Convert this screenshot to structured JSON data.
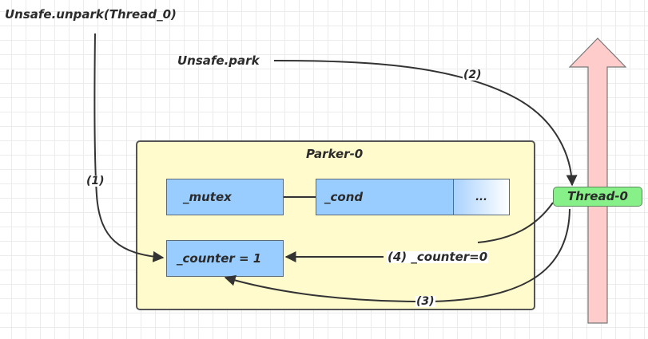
{
  "labels": {
    "unpark_call": "Unsafe.unpark(Thread_0)",
    "park_call": "Unsafe.park"
  },
  "parker": {
    "title": "Parker-0",
    "mutex": "_mutex",
    "cond": "_cond",
    "more": "...",
    "counter": "_counter = 1"
  },
  "thread": {
    "name": "Thread-0"
  },
  "steps": {
    "step1": "(1)",
    "step2": "(2)",
    "step3": "(3)",
    "step4": "(4) _counter=0"
  },
  "colors": {
    "parker_bg": "#fffbcc",
    "field_bg": "#99ccff",
    "thread_bg": "#88f088",
    "timeline_arrow": "#ffcccc"
  }
}
